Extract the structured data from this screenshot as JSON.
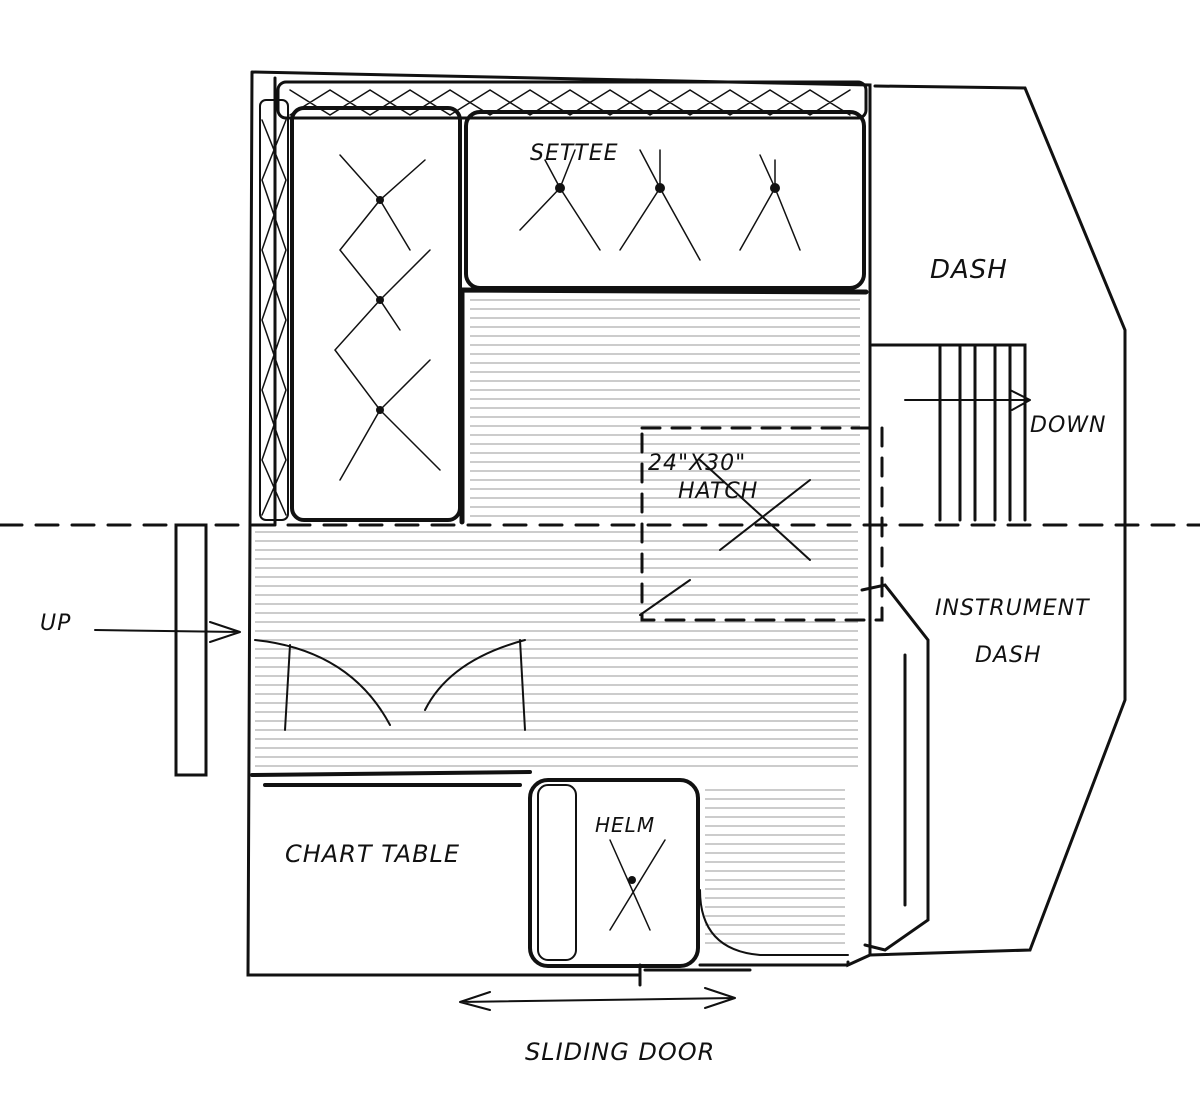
{
  "plan": {
    "labels": {
      "settee": "SETTEE",
      "dash_upper": "DASH",
      "down": "DOWN",
      "hatch_size": "24\"X30\"",
      "hatch": "HATCH",
      "instrument": "INSTRUMENT",
      "dash_lower": "DASH",
      "up": "UP",
      "chart_table": "CHART TABLE",
      "helm": "HELM",
      "sliding_door": "SLIDING DOOR"
    }
  }
}
